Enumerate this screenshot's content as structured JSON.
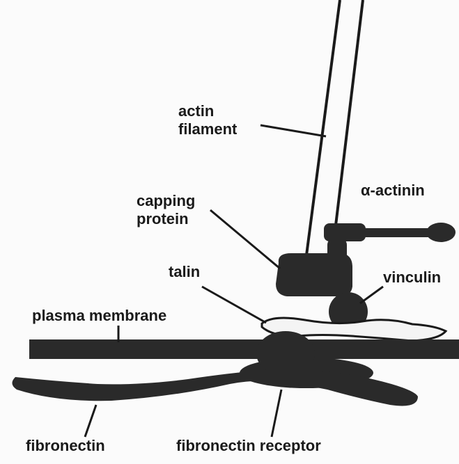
{
  "labels": {
    "actin_line1": "actin",
    "actin_line2": "filament",
    "alpha_actinin": "α-actinin",
    "capping_line1": "capping",
    "capping_line2": "protein",
    "talin": "talin",
    "vinculin": "vinculin",
    "plasma_membrane": "plasma membrane",
    "fibronectin": "fibronectin",
    "fibronectin_receptor": "fibronectin receptor"
  },
  "colors": {
    "ink": "#1a1a1a",
    "shape_fill": "#2a2a2a",
    "background": "#fbfbfb",
    "talin_fill": "#f4f4f4"
  }
}
